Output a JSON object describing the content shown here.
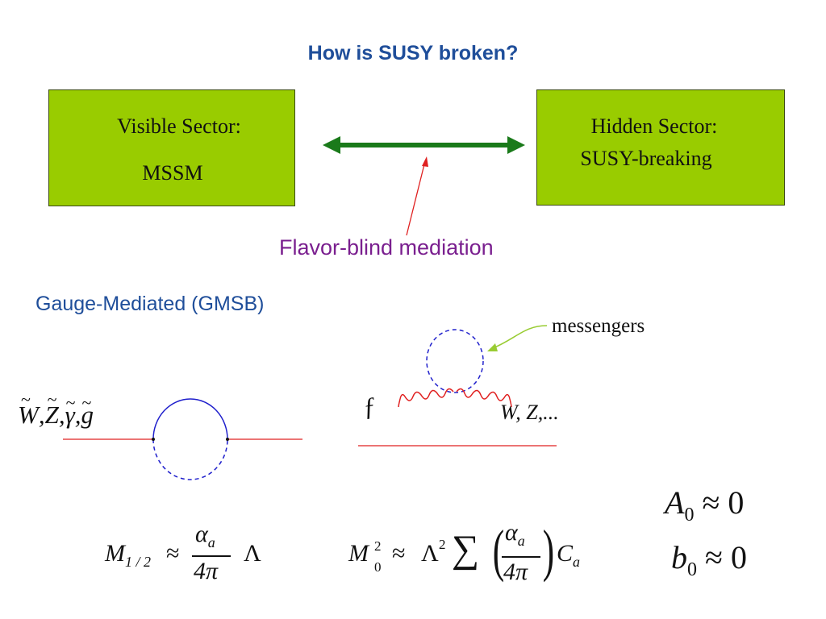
{
  "title": "How is SUSY broken?",
  "visible_box": {
    "line1": "Visible Sector:",
    "line2": "MSSM"
  },
  "hidden_box": {
    "line1": "Hidden Sector:",
    "line2": "SUSY-breaking"
  },
  "mediation_label": "Flavor-blind mediation",
  "section_label": "Gauge-Mediated (GMSB)",
  "messengers_label": "messengers",
  "gaugino_label": {
    "W": "W",
    "Z": "Z",
    "gamma": "γ",
    "g": "g",
    "sep": ","
  },
  "gauge_label": "W, Z,...",
  "formula_gaugino": {
    "M": "M",
    "sub": "1 / 2",
    "approx": "≈",
    "alpha": "α",
    "alpha_sub": "a",
    "denom": "4π",
    "Lambda": "Λ"
  },
  "formula_scalar": {
    "M": "M",
    "sub": "0",
    "sup": "2",
    "approx": "≈",
    "Lambda": "Λ",
    "Lsup": "2",
    "sum": "∑",
    "alpha": "α",
    "alpha_sub": "a",
    "denom": "4π",
    "C": "C",
    "C_sub": "a"
  },
  "trilinear": {
    "A": "A",
    "A_sub": "0",
    "approx": "≈",
    "zero": "0"
  },
  "bilinear": {
    "b": "b",
    "b_sub": "0",
    "approx": "≈",
    "zero": "0"
  },
  "colors": {
    "title": "#1f4e9a",
    "box_fill": "#99cc00",
    "arrow_green": "#1a7a1a",
    "mediation_purple": "#7a1f8f",
    "red": "#e02020",
    "blue": "#2020cc",
    "messenger_arrow": "#99cc33"
  }
}
